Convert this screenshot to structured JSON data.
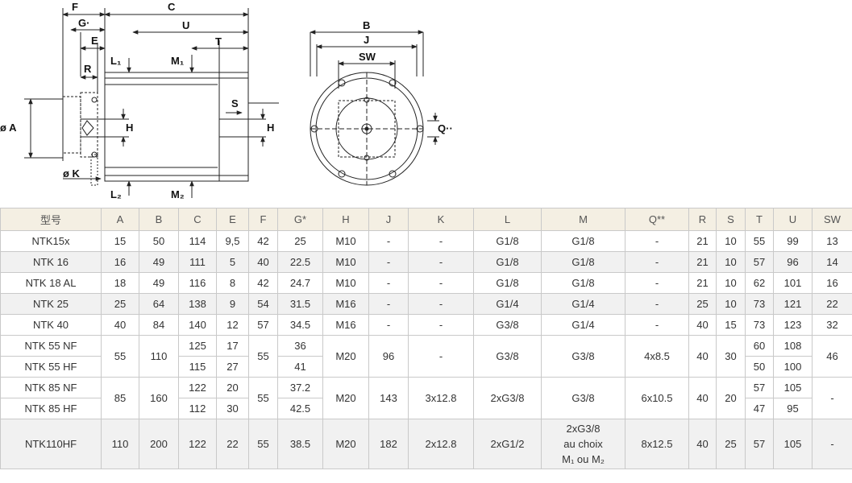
{
  "dims": {
    "F": "F",
    "C": "C",
    "G": "G·",
    "U": "U",
    "E": "E",
    "T": "T",
    "R": "R",
    "L1": "L₁",
    "M1": "M₁",
    "S": "S",
    "oA": "ø A",
    "H": "H",
    "H2": "H",
    "oK": "ø K",
    "L2": "L₂",
    "M2": "M₂",
    "B": "B",
    "J": "J",
    "SW": "SW",
    "Q": "Q··"
  },
  "table": {
    "headers": [
      "型号",
      "A",
      "B",
      "C",
      "E",
      "F",
      "G*",
      "H",
      "J",
      "K",
      "L",
      "M",
      "Q**",
      "R",
      "S",
      "T",
      "U",
      "SW"
    ],
    "rows": [
      {
        "model": "NTK15x",
        "A": "15",
        "B": "50",
        "C": "114",
        "E": "9,5",
        "F": "42",
        "G": "25",
        "H": "M10",
        "J": "-",
        "K": "-",
        "L": "G1/8",
        "M": "G1/8",
        "Q": "-",
        "R": "21",
        "S": "10",
        "T": "55",
        "U": "99",
        "SW": "13"
      },
      {
        "model": "NTK 16",
        "A": "16",
        "B": "49",
        "C": "111",
        "E": "5",
        "F": "40",
        "G": "22.5",
        "H": "M10",
        "J": "-",
        "K": "-",
        "L": "G1/8",
        "M": "G1/8",
        "Q": "-",
        "R": "21",
        "S": "10",
        "T": "57",
        "U": "96",
        "SW": "14"
      },
      {
        "model": "NTK 18 AL",
        "A": "18",
        "B": "49",
        "C": "116",
        "E": "8",
        "F": "42",
        "G": "24.7",
        "H": "M10",
        "J": "-",
        "K": "-",
        "L": "G1/8",
        "M": "G1/8",
        "Q": "-",
        "R": "21",
        "S": "10",
        "T": "62",
        "U": "101",
        "SW": "16"
      },
      {
        "model": "NTK 25",
        "A": "25",
        "B": "64",
        "C": "138",
        "E": "9",
        "F": "54",
        "G": "31.5",
        "H": "M16",
        "J": "-",
        "K": "-",
        "L": "G1/4",
        "M": "G1/4",
        "Q": "-",
        "R": "25",
        "S": "10",
        "T": "73",
        "U": "121",
        "SW": "22"
      },
      {
        "model": "NTK 40",
        "A": "40",
        "B": "84",
        "C": "140",
        "E": "12",
        "F": "57",
        "G": "34.5",
        "H": "M16",
        "J": "-",
        "K": "-",
        "L": "G3/8",
        "M": "G1/4",
        "Q": "-",
        "R": "40",
        "S": "15",
        "T": "73",
        "U": "123",
        "SW": "32"
      }
    ],
    "ntk55": {
      "model1": "NTK 55 NF",
      "model2": "NTK 55 HF",
      "A": "55",
      "B": "110",
      "C1": "125",
      "E1": "17",
      "C2": "115",
      "E2": "27",
      "F": "55",
      "G1": "36",
      "G2": "41",
      "H": "M20",
      "J": "96",
      "K": "-",
      "L": "G3/8",
      "M": "G3/8",
      "Q": "4x8.5",
      "R": "40",
      "S": "30",
      "T1": "60",
      "U1": "108",
      "T2": "50",
      "U2": "100",
      "SW": "46"
    },
    "ntk85": {
      "model1": "NTK 85 NF",
      "model2": "NTK 85 HF",
      "A": "85",
      "B": "160",
      "C1": "122",
      "E1": "20",
      "C2": "112",
      "E2": "30",
      "F": "55",
      "G1": "37.2",
      "G2": "42.5",
      "H": "M20",
      "J": "143",
      "K": "3x12.8",
      "L": "2xG3/8",
      "M": "G3/8",
      "Q": "6x10.5",
      "R": "40",
      "S": "20",
      "T1": "57",
      "U1": "105",
      "T2": "47",
      "U2": "95",
      "SW": "-"
    },
    "ntk110": {
      "model": "NTK110HF",
      "A": "110",
      "B": "200",
      "C": "122",
      "E": "22",
      "F": "55",
      "G": "38.5",
      "H": "M20",
      "J": "182",
      "K": "2x12.8",
      "L": "2xG1/2",
      "M1": "2xG3/8",
      "M2": "au choix",
      "M3": "M₁ ou M₂",
      "Q": "8x12.5",
      "R": "40",
      "S": "25",
      "T": "57",
      "U": "105",
      "SW": "-"
    }
  }
}
